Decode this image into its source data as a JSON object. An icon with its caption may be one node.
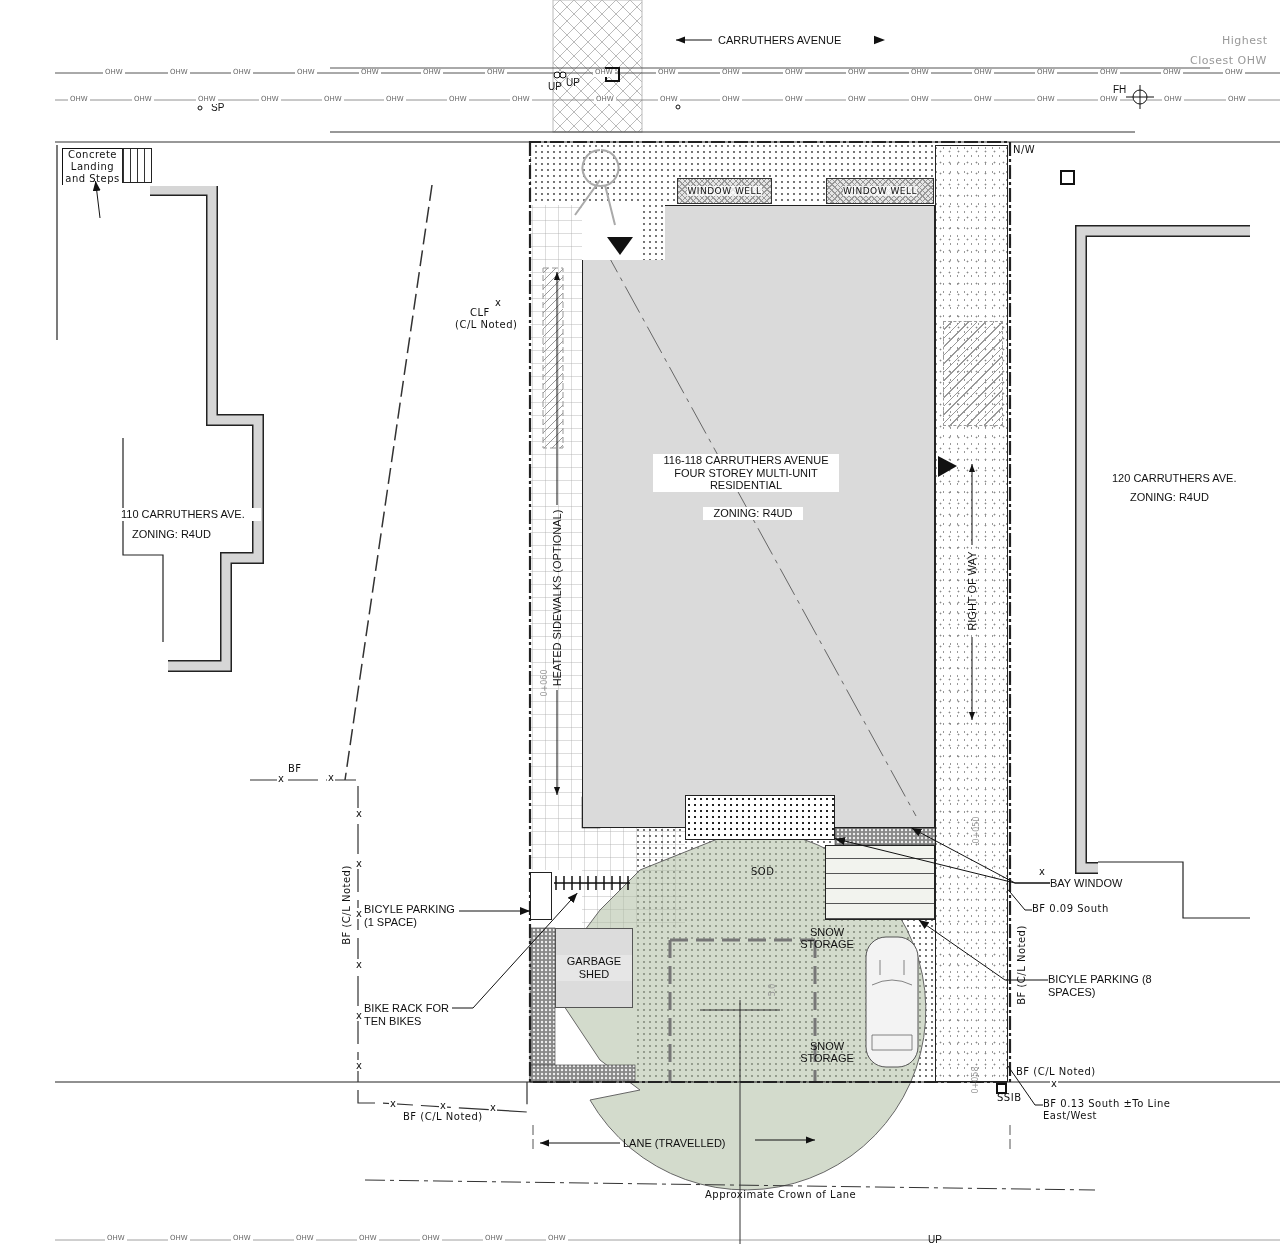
{
  "diagram": {
    "nodes": [
      {
        "text": [
          "110 CARRUTHERS AVE.",
          "ZONING: R4UD"
        ]
      },
      {
        "text": [
          "116-118 CARRUTHERS AVENUE FOUR STOREY MULTI-UNIT RESIDENTIAL",
          "ZONING: R4UD"
        ]
      },
      {
        "text": [
          "120 CARRUTHERS AVE.",
          "ZONING: R4UD"
        ]
      },
      {
        "text": [
          "WINDOW WELL"
        ]
      },
      {
        "text": [
          "WINDOW WELL"
        ]
      },
      {
        "text": [
          "GARBAGE SHED"
        ]
      },
      {
        "text": [
          "Concrete Landing and Steps"
        ]
      },
      {
        "text": [],
        "shape": "box"
      },
      {
        "text": [
          "BICYLE PARKING (1 SPACE)"
        ]
      },
      {
        "text": [],
        "shape": "box"
      },
      {
        "text": [
          "BIKE RACK FOR TEN BIKES"
        ]
      },
      {
        "text": [],
        "shape": "bar"
      },
      {
        "text": [
          "BAY WINDOW"
        ]
      },
      {
        "text": [],
        "shape": "box"
      },
      {
        "text": [
          "BICYLE PARKING (8 SPACES)"
        ]
      },
      {
        "text": [],
        "shape": "box"
      },
      {
        "text": [
          "BF 0.09 South"
        ]
      },
      {
        "text": [
          "BF 0.13 South ±To Line East/West"
        ]
      },
      {
        "text": [],
        "shape": "box"
      }
    ],
    "edges": [
      {
        "from": null,
        "to": 6,
        "arrow": "to"
      },
      {
        "from": 8,
        "to": 9,
        "arrow": "to"
      },
      {
        "from": 10,
        "to": 11,
        "arrow": "to"
      },
      {
        "from": 12,
        "to": 1,
        "arrow": "to"
      },
      {
        "from": 12,
        "to": 13,
        "arrow": "to"
      },
      {
        "from": 14,
        "to": 15,
        "arrow": "to"
      },
      {
        "from": 16,
        "to": 18,
        "arrow": "none"
      },
      {
        "from": 17,
        "to": 18,
        "arrow": "none"
      }
    ],
    "labels": [
      "CARRUTHERS AVENUE",
      "Highest",
      "Closest OHW",
      "UP",
      "UP",
      "FH",
      "SP",
      "N/W",
      "x",
      "CLF",
      "(C/L Noted)",
      "HEATED SIDEWALKS (OPTIONAL)",
      "0+060",
      "RIGHT OF WAY",
      "BF",
      "x",
      "x",
      "x",
      "0+050",
      "SOD",
      "x",
      "x",
      "BF (C/L Noted)",
      "x",
      "SNOW STORAGE",
      "x",
      "BF (C/L Noted)",
      "5.0",
      "x",
      "SNOW STORAGE",
      "x",
      "BF (C/L Noted)",
      "x",
      "0+058",
      "SSIB",
      "x",
      "x",
      "x",
      "BF (C/L Noted)",
      "LANE (TRAVELLED)",
      "Approximate Crown of Lane",
      "UP",
      "OHW",
      "OHW",
      "OHW",
      "OHW",
      "OHW",
      "OHW",
      "OHW",
      "OHW",
      "OHW",
      "OHW",
      "OHW",
      "OHW",
      "OHW",
      "OHW",
      "OHW",
      "OHW",
      "OHW",
      "OHW",
      "OHW",
      "OHW",
      "OHW",
      "OHW",
      "OHW",
      "OHW",
      "OHW",
      "OHW",
      "OHW",
      "OHW",
      "OHW",
      "OHW",
      "OHW",
      "OHW",
      "OHW",
      "OHW",
      "OHW",
      "OHW",
      "OHW",
      "OHW",
      "OHW",
      "OHW",
      "OHW",
      "OHW",
      "OHW",
      "OHW",
      "OHW"
    ]
  }
}
